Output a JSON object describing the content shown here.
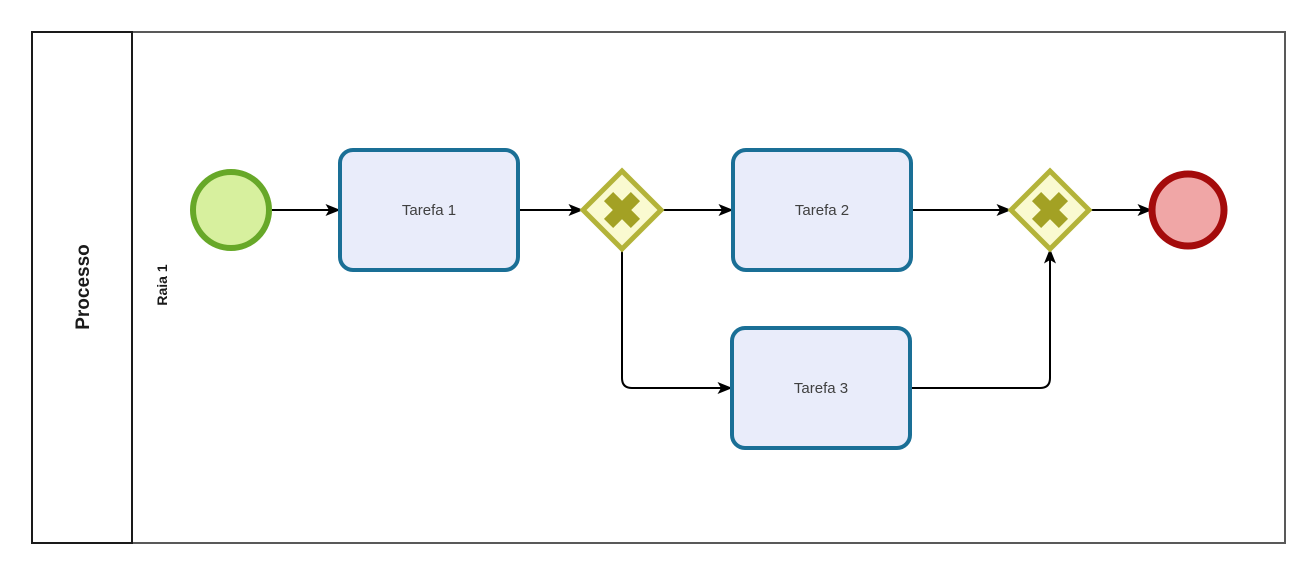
{
  "pool": {
    "label": "Processo"
  },
  "lanes": [
    {
      "label": "Raia 1"
    }
  ],
  "tasks": [
    {
      "label": "Tarefa 1"
    },
    {
      "label": "Tarefa 2"
    },
    {
      "label": "Tarefa 3"
    }
  ],
  "colors": {
    "pool_border": "#1a1a1a",
    "lane_border": "#595959",
    "lane_fill": "#ffffff",
    "task_fill": "#e9ecfa",
    "task_stroke": "#1a6f96",
    "gateway_fill": "#fafad0",
    "gateway_stroke": "#b3b339",
    "gateway_marker": "#a3a124",
    "start_fill": "#d7f09e",
    "start_stroke": "#67a828",
    "end_fill": "#f0a6a6",
    "end_stroke": "#a40b0b",
    "flow": "#000000"
  }
}
